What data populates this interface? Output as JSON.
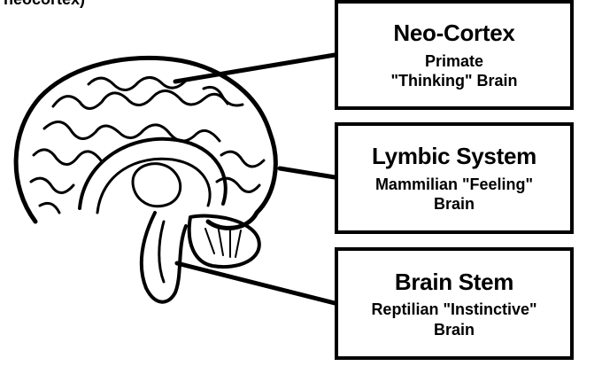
{
  "top_fragment": "neocortex)",
  "labels": [
    {
      "title": "Neo-Cortex",
      "lines": [
        "Primate",
        "\"Thinking\" Brain"
      ]
    },
    {
      "title": "Lymbic System",
      "lines": [
        "Mammilian \"Feeling\"",
        "Brain"
      ]
    },
    {
      "title": "Brain Stem",
      "lines": [
        "Reptilian \"Instinctive\"",
        "Brain"
      ]
    }
  ]
}
